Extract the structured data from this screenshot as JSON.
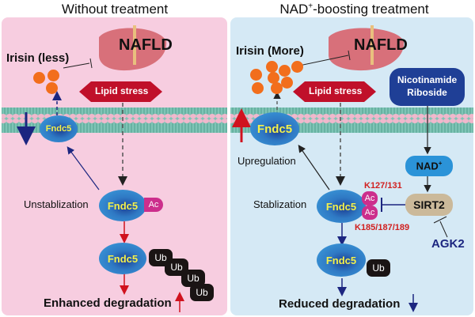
{
  "left_panel": {
    "title": "Without treatment",
    "disease_label": "NAFLD",
    "irisin_label": "Irisin (less)",
    "stress_label": "Lipid stress",
    "membrane_protein": "Fndc5",
    "state_label": "Unstablization",
    "acetyl_tag": "Ac",
    "protein_mid": "Fndc5",
    "protein_bottom": "Fndc5",
    "ub_tags": [
      "Ub",
      "Ub",
      "Ub",
      "Ub"
    ],
    "outcome_label": "Enhanced degradation",
    "outcome_direction": "up"
  },
  "right_panel": {
    "title_main": "NAD",
    "title_sup": "+",
    "title_rest": "-boosting treatment",
    "disease_label": "NAFLD",
    "irisin_label": "Irisin (More)",
    "stress_label": "Lipid stress",
    "treatment_label_1": "Nicotinamide",
    "treatment_label_2": "Riboside",
    "membrane_protein": "Fndc5",
    "upregulation_label": "Upregulation",
    "nad_label": "NAD",
    "nad_sup": "+",
    "sirt_label": "SIRT2",
    "inhibitor_label": "AGK2",
    "state_label": "Stablization",
    "protein_mid": "Fndc5",
    "acetyl_tags": [
      "Ac",
      "Ac"
    ],
    "site_top": "K127/131",
    "site_bottom": "K185/187/189",
    "protein_bottom": "Fndc5",
    "ub_tags": [
      "Ub"
    ],
    "outcome_label": "Reduced degradation",
    "outcome_direction": "down"
  },
  "colors": {
    "left_bg": "#f7cde0",
    "right_bg": "#d5e9f5",
    "lipid_stress": "#c0102a",
    "treatment_box": "#1f3f96",
    "nad_box": "#2b93d8",
    "sirt_box": "#cbb99a",
    "red_arrow": "#d0121e",
    "navy_arrow": "#1c2680",
    "site_label": "#d1201f",
    "inhibitor": "#1c2680"
  }
}
